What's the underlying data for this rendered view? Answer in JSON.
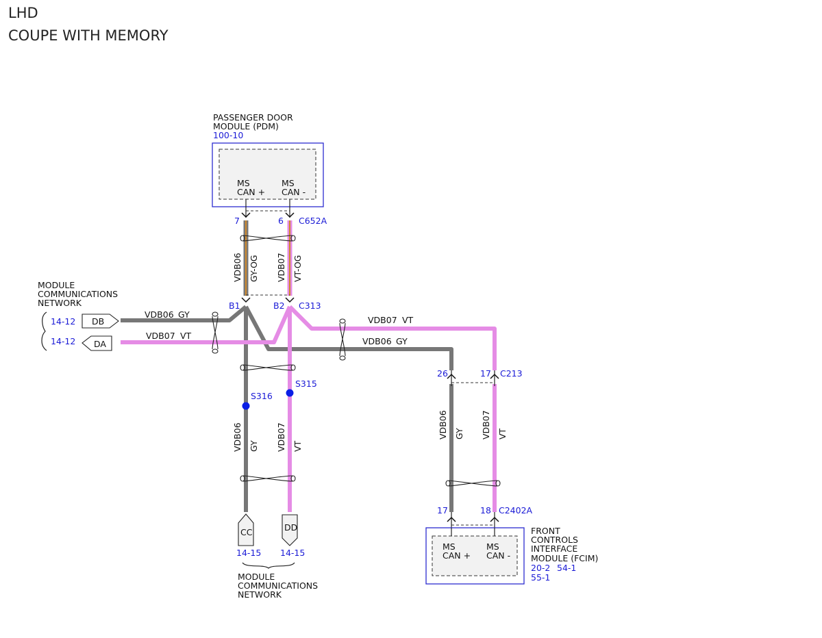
{
  "header": {
    "line1": "LHD",
    "line2": "COUPE WITH MEMORY"
  },
  "colors": {
    "gy": "#777777",
    "vt": "#e58ce5",
    "og": "#d08a2c",
    "ref_blue": "#1a1ad6",
    "module_border": "#2b2bd0",
    "module_fill": "#f2f2f2",
    "splice": "#0a1ee6"
  },
  "pdm": {
    "name_line1": "PASSENGER DOOR",
    "name_line2": "MODULE (PDM)",
    "ref": "100-10",
    "pin1": {
      "line1": "MS",
      "line2": "CAN +"
    },
    "pin2": {
      "line1": "MS",
      "line2": "CAN -"
    },
    "pin1_num": "7",
    "pin2_num": "6",
    "connector": "C652A"
  },
  "pdm_wires": {
    "left": {
      "circuit": "VDB06",
      "color": "GY-OG"
    },
    "right": {
      "circuit": "VDB07",
      "color": "VT-OG"
    }
  },
  "c313": {
    "pin_left": "B1",
    "pin_right": "B2",
    "connector": "C313"
  },
  "left_network": {
    "title_line1": "MODULE",
    "title_line2": "COMMUNICATIONS",
    "title_line3": "NETWORK",
    "ref_db": "14-12",
    "ref_da": "14-12",
    "tag_db": "DB",
    "tag_da": "DA",
    "wire_db": {
      "circuit": "VDB06",
      "color": "GY"
    },
    "wire_da": {
      "circuit": "VDB07",
      "color": "VT"
    }
  },
  "right_run": {
    "upper": {
      "circuit": "VDB07",
      "color": "VT"
    },
    "lower": {
      "circuit": "VDB06",
      "color": "GY"
    }
  },
  "splices": {
    "s316": "S316",
    "s315": "S315"
  },
  "bottom_wires": {
    "left": {
      "circuit": "VDB06",
      "color": "GY"
    },
    "right": {
      "circuit": "VDB07",
      "color": "VT"
    }
  },
  "bottom_network": {
    "tag_cc": "CC",
    "tag_dd": "DD",
    "ref_cc": "14-15",
    "ref_dd": "14-15",
    "title_line1": "MODULE",
    "title_line2": "COMMUNICATIONS",
    "title_line3": "NETWORK"
  },
  "c213": {
    "pin_left": "26",
    "pin_right": "17",
    "connector": "C213"
  },
  "fcim_wires": {
    "left": {
      "circuit": "VDB06",
      "color": "GY"
    },
    "right": {
      "circuit": "VDB07",
      "color": "VT"
    }
  },
  "c2402a": {
    "pin_left": "17",
    "pin_right": "18",
    "connector": "C2402A"
  },
  "fcim": {
    "pin1": {
      "line1": "MS",
      "line2": "CAN +"
    },
    "pin2": {
      "line1": "MS",
      "line2": "CAN -"
    },
    "name_line1": "FRONT",
    "name_line2": "CONTROLS",
    "name_line3": "INTERFACE",
    "name_line4": "MODULE (FCIM)",
    "ref1": "20-2",
    "ref2": "54-1",
    "ref3": "55-1"
  }
}
